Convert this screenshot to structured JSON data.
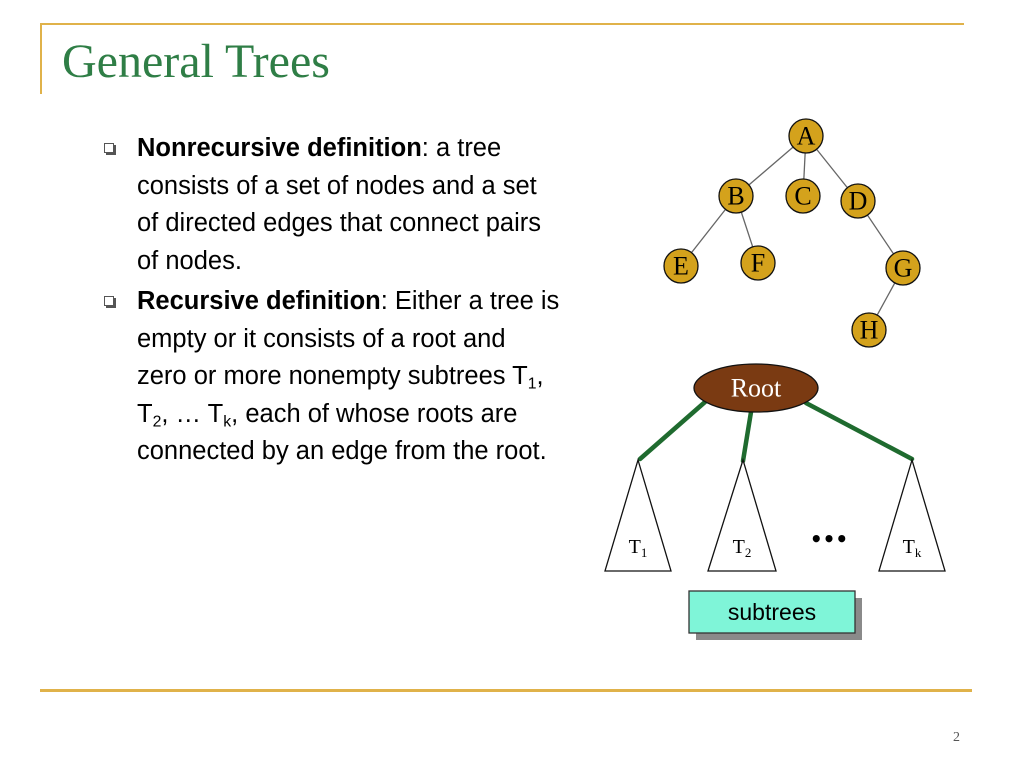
{
  "title": "General Trees",
  "bullets": [
    {
      "term": "Nonrecursive definition",
      "text": ": a tree consists of a set of nodes and a set of directed edges that connect pairs of nodes."
    },
    {
      "term": "Recursive definition",
      "text_a": ": Either a tree is empty or it consists of a root and zero or more nonempty subtrees T",
      "sub_1": "1",
      "text_b": ", T",
      "sub_2": "2",
      "text_c": ", … T",
      "sub_k": "k",
      "text_d": ", each of whose roots are connected by an edge from the root."
    }
  ],
  "tree": {
    "nodes": {
      "a": "A",
      "b": "B",
      "c": "C",
      "d": "D",
      "e": "E",
      "f": "F",
      "g": "G",
      "h": "H"
    },
    "edges": [
      [
        "A",
        "B"
      ],
      [
        "A",
        "C"
      ],
      [
        "A",
        "D"
      ],
      [
        "B",
        "E"
      ],
      [
        "B",
        "F"
      ],
      [
        "D",
        "G"
      ],
      [
        "G",
        "H"
      ]
    ]
  },
  "recursive_diagram": {
    "root": "Root",
    "subtree_1": {
      "base": "T",
      "sub": "1"
    },
    "subtree_2": {
      "base": "T",
      "sub": "2"
    },
    "subtree_k": {
      "base": "T",
      "sub": "k"
    },
    "ellipsis": "•••",
    "subtrees_label": "subtrees"
  },
  "page_number": "2",
  "colors": {
    "title": "#2f7e46",
    "frame": "#e0b24a",
    "node_fill": "#d4a21c",
    "root_fill": "#7a3a12",
    "root_edges": "#1f6b2f",
    "subtrees_box": "#7ff5d8"
  }
}
